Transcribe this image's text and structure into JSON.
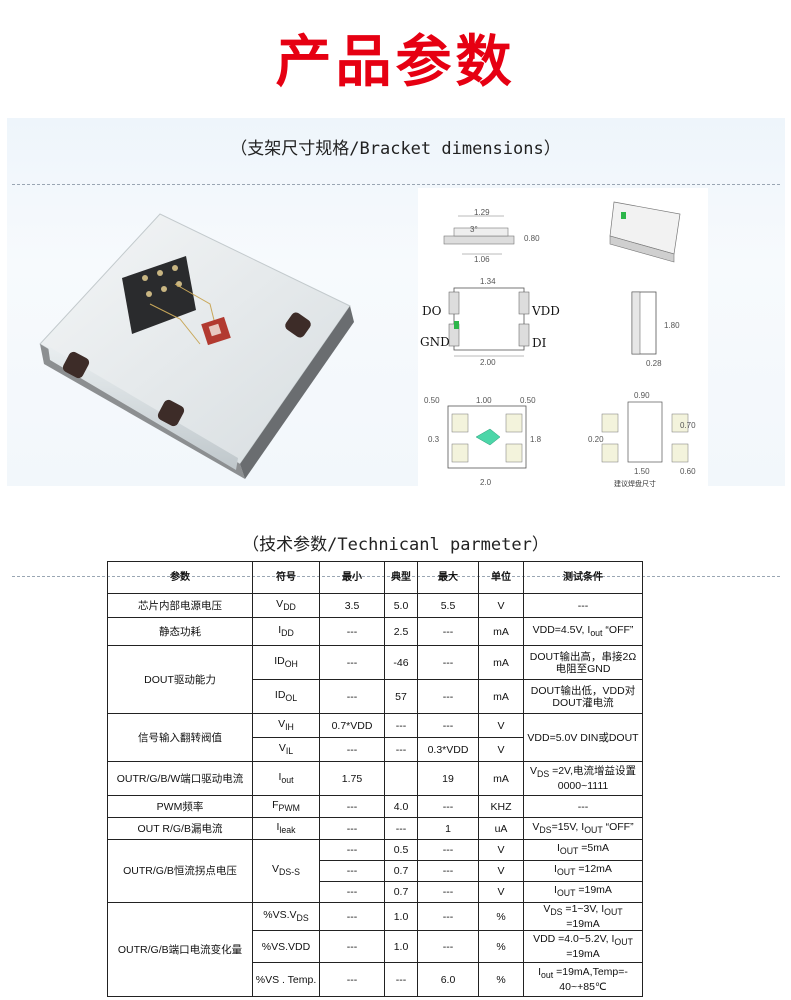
{
  "page_title": "产品参数",
  "bracket_heading": "（支架尺寸规格/Bracket dimensions）",
  "tech_heading": "（技术参数/Technicanl parmeter）",
  "drawings": {
    "top_width": "1.29",
    "angle": "3°",
    "bottom_width": "1.06",
    "height": "0.80",
    "body_width": "1.34",
    "pins": {
      "do": "DO",
      "gnd": "GND",
      "vdd": "VDD",
      "di": "DI"
    },
    "total_width": "2.00",
    "side_height": "1.80",
    "side_width": "0.28",
    "pad_a": "0.50",
    "pad_b": "1.00",
    "pad_c": "0.50",
    "pad_gap": "0.3",
    "pad_h": "1.8",
    "pad_total": "2.0",
    "land_top": "0.90",
    "land_r": "0.70",
    "land_l": "0.20",
    "land_w": "1.50",
    "land_e": "0.60",
    "land_note": "建议焊盘尺寸"
  },
  "table": {
    "headers": {
      "param": "参数",
      "symbol": "符号",
      "min": "最小",
      "typ": "典型",
      "max": "最大",
      "unit": "单位",
      "cond": "测试条件"
    },
    "r1": {
      "param": "芯片内部电源电压",
      "sym": "V",
      "sub": "DD",
      "min": "3.5",
      "typ": "5.0",
      "max": "5.5",
      "unit": "V",
      "cond": "---"
    },
    "r2": {
      "param": "静态功耗",
      "sym": "I",
      "sub": "DD",
      "min": "---",
      "typ": "2.5",
      "max": "---",
      "unit": "mA",
      "cond": "VDD=4.5V, I",
      "cond_sub": "out",
      "cond_tail": " “OFF”"
    },
    "r3": {
      "param": "DOUT驱动能力",
      "sym": "ID",
      "sub": "OH",
      "min": "---",
      "typ": "-46",
      "max": "---",
      "unit": "mA",
      "cond": "DOUT输出高，串接2Ω电阻至GND"
    },
    "r4": {
      "sym": "ID",
      "sub": "OL",
      "min": "---",
      "typ": "57",
      "max": "---",
      "unit": "mA",
      "cond": "DOUT输出低，VDD对DOUT灌电流"
    },
    "r5": {
      "param": "信号输入翻转阀值",
      "sym": "V",
      "sub": "IH",
      "min": "0.7*VDD",
      "typ": "---",
      "max": "---",
      "unit": "V",
      "cond": "VDD=5.0V DIN或DOUT"
    },
    "r6": {
      "sym": "V",
      "sub": "IL",
      "min": "---",
      "typ": "---",
      "max": "0.3*VDD",
      "unit": "V"
    },
    "r7": {
      "param": "OUTR/G/B/W端口驱动电流",
      "sym": "I",
      "sub": "out",
      "min": "1.75",
      "typ": "",
      "max": "19",
      "unit": "mA",
      "cond_pre": "V",
      "cond_sub": "DS",
      "cond": " =2V,电流增益设置 0000~1111"
    },
    "r8": {
      "param": "PWM频率",
      "sym": "F",
      "sub": "PWM",
      "min": "---",
      "typ": "4.0",
      "max": "---",
      "unit": "KHZ",
      "cond": "---"
    },
    "r9": {
      "param": "OUT R/G/B漏电流",
      "sym": "I",
      "sub": "leak",
      "min": "---",
      "typ": "---",
      "max": "1",
      "unit": "uA",
      "cond_pre": "V",
      "cond_sub": "DS",
      "cond": "=15V, I",
      "cond_sub2": "OUT",
      "cond_tail": " “OFF”"
    },
    "r10": {
      "param": "OUTR/G/B恒流拐点电压",
      "sym": "V",
      "sub": "DS-S",
      "min": "---",
      "typ": "0.5",
      "max": "---",
      "unit": "V",
      "cond_pre": "I",
      "cond_sub": "OUT",
      "cond": " =5mA"
    },
    "r11": {
      "min": "---",
      "typ": "0.7",
      "max": "---",
      "unit": "V",
      "cond_pre": "I",
      "cond_sub": "OUT",
      "cond": " =12mA"
    },
    "r12": {
      "min": "---",
      "typ": "0.7",
      "max": "---",
      "unit": "V",
      "cond_pre": "I",
      "cond_sub": "OUT",
      "cond": " =19mA"
    },
    "r13": {
      "param": "OUTR/G/B端口电流变化量",
      "sym": "%VS.V",
      "sub": "DS",
      "min": "---",
      "typ": "1.0",
      "max": "---",
      "unit": "%",
      "cond_pre": "V",
      "cond_sub": "DS",
      "cond": " =1~3V, I",
      "cond_sub2": "OUT",
      "cond_tail": " =19mA"
    },
    "r14": {
      "sym": "%VS.VDD",
      "min": "---",
      "typ": "1.0",
      "max": "---",
      "unit": "%",
      "cond": "VDD =4.0~5.2V, I",
      "cond_sub": "OUT",
      "cond_tail": " =19mA"
    },
    "r15": {
      "sym": "%VS . Temp.",
      "min": "---",
      "typ": "---",
      "max": "6.0",
      "unit": "%",
      "cond_pre": "I",
      "cond_sub": "out",
      "cond": " =19mA,Temp=- 40~+85℃"
    }
  }
}
